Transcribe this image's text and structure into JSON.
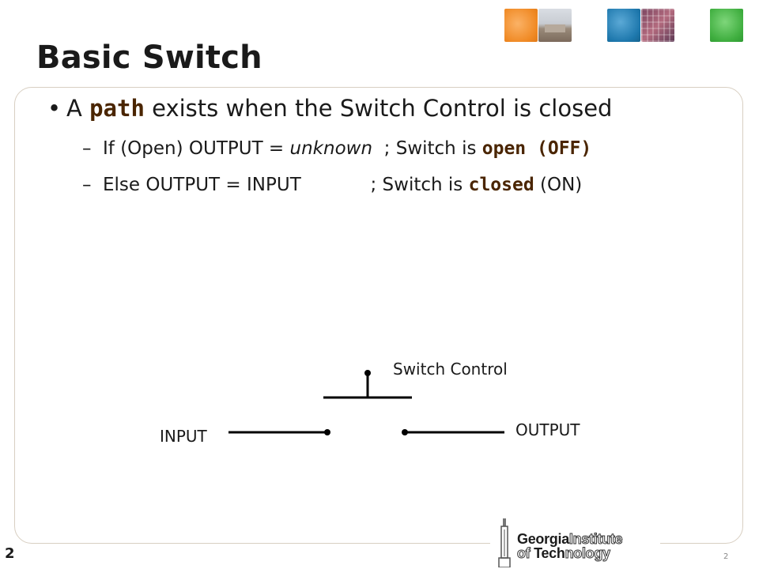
{
  "slide": {
    "title": "Basic Switch",
    "bullet": {
      "pre": "A ",
      "keyword": "path",
      "post": " exists when the Switch Control is closed"
    },
    "sub1": {
      "prefix": "If (Open) OUTPUT = ",
      "italic": "unknown",
      "mid": "  ; Switch is ",
      "kw1": "open (",
      "kw2": "OFF",
      "tail": ")"
    },
    "sub2": {
      "prefix": "Else OUTPUT = INPUT",
      "mid": "            ; Switch is ",
      "kw": "closed",
      "tail": " (ON)"
    }
  },
  "diagram": {
    "switch_control": "Switch Control",
    "input": "INPUT",
    "output": "OUTPUT"
  },
  "logo": {
    "line1_dark": "Georgia",
    "line1_light": "Institute",
    "line2_light_a": "of ",
    "line2_dark": "Tech",
    "line2_light_b": "nology"
  },
  "page": {
    "number_left": "2",
    "number_right": "2"
  },
  "colors": {
    "keyword": "#4a2500",
    "frame": "#d8cfc2"
  }
}
